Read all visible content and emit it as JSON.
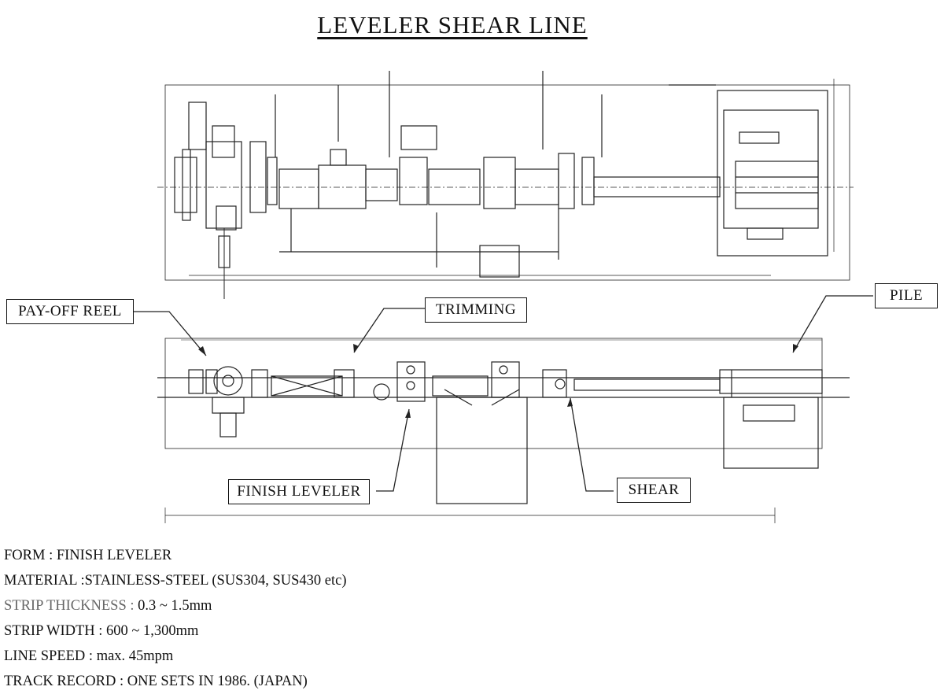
{
  "title": "LEVELER SHEAR LINE",
  "callouts": {
    "pay_off_reel": "PAY-OFF REEL",
    "trimming": "TRIMMING",
    "pile": "PILE",
    "finish_leveler": "FINISH LEVELER",
    "shear": "SHEAR"
  },
  "specs": [
    {
      "label": "FORM :",
      "value": "FINISH LEVELER"
    },
    {
      "label": "MATERIAL :",
      "value": "STAINLESS-STEEL (SUS304, SUS430 etc)"
    },
    {
      "label": "STRIP THICKNESS :",
      "value": "0.3 ~ 1.5mm"
    },
    {
      "label": "STRIP WIDTH :",
      "value": "600 ~ 1,300mm"
    },
    {
      "label": "LINE SPEED :",
      "value": "max. 45mpm"
    },
    {
      "label": "TRACK RECORD :",
      "value": "ONE SETS IN 1986. (JAPAN)"
    }
  ],
  "colors": {
    "ink": "#111111",
    "muted": "#666666",
    "background": "#ffffff"
  }
}
